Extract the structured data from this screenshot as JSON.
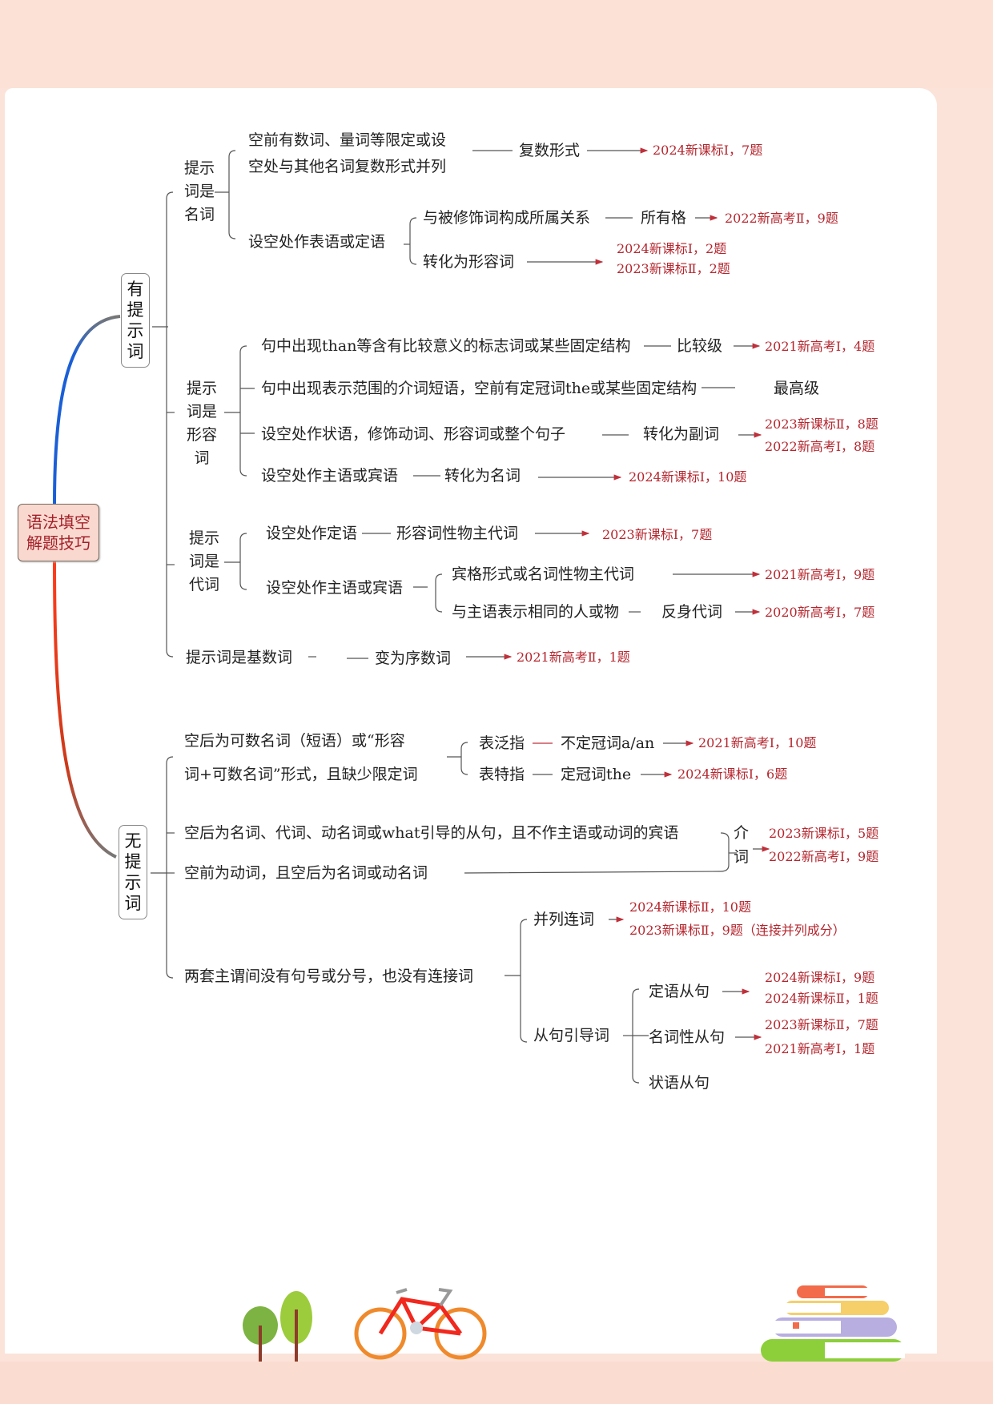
{
  "root": {
    "line1": "语法填空",
    "line2": "解题技巧"
  },
  "branches": {
    "with_hint": {
      "c1": "有",
      "c2": "提",
      "c3": "示",
      "c4": "词"
    },
    "without_hint": {
      "c1": "无",
      "c2": "提",
      "c3": "示",
      "c4": "词"
    }
  },
  "with_hint": {
    "noun": {
      "label": [
        "提示",
        "词是",
        "名词"
      ],
      "rule1_line1": "空前有数词、量词等限定或设",
      "rule1_line2": "空处与其他名词复数形式并列",
      "rule1_result": "复数形式",
      "rule1_ref": "2024新课标Ⅰ，7题",
      "rule2": "设空处作表语或定语",
      "rule2a": "与被修饰词构成所属关系",
      "rule2a_result": "所有格",
      "rule2a_ref": "2022新高考Ⅱ，9题",
      "rule2b": "转化为形容词",
      "rule2b_ref1": "2024新课标Ⅰ，2题",
      "rule2b_ref2": "2023新课标Ⅱ，2题"
    },
    "adjective": {
      "label": [
        "提示",
        "词是",
        "形容词"
      ],
      "rule1": "句中出现than等含有比较意义的标志词或某些固定结构",
      "rule1_result": "比较级",
      "rule1_ref": "2021新高考Ⅰ，4题",
      "rule2": "句中出现表示范围的介词短语，空前有定冠词the或某些固定结构",
      "rule2_result": "最高级",
      "rule3": "设空处作状语，修饰动词、形容词或整个句子",
      "rule3_result": "转化为副词",
      "rule3_ref1": "2023新课标Ⅱ，8题",
      "rule3_ref2": "2022新高考Ⅰ，8题",
      "rule4": "设空处作主语或宾语",
      "rule4_result": "转化为名词",
      "rule4_ref": "2024新课标Ⅰ，10题"
    },
    "pronoun": {
      "label": [
        "提示",
        "词是",
        "代词"
      ],
      "rule1": "设空处作定语",
      "rule1_result": "形容词性物主代词",
      "rule1_ref": "2023新课标Ⅰ，7题",
      "rule2": "设空处作主语或宾语",
      "rule2a": "宾格形式或名词性物主代词",
      "rule2a_ref": "2021新高考Ⅰ，9题",
      "rule2b": "与主语表示相同的人或物",
      "rule2b_result": "反身代词",
      "rule2b_ref": "2020新高考Ⅰ，7题"
    },
    "cardinal": {
      "label": "提示词是基数词",
      "result": "变为序数词",
      "ref": "2021新高考Ⅱ，1题"
    }
  },
  "without_hint": {
    "article": {
      "line1": "空后为可数名词（短语）或“形容",
      "line2": "词+可数名词”形式，且缺少限定词",
      "a_label": "表泛指",
      "a_result": "不定冠词a/an",
      "a_ref": "2021新高考Ⅰ，10题",
      "b_label": "表特指",
      "b_result": "定冠词the",
      "b_ref": "2024新课标Ⅰ，6题"
    },
    "preposition": {
      "rule1": "空后为名词、代词、动名词或what引导的从句，且不作主语或动词的宾语",
      "rule2": "空前为动词，且空后为名词或动名词",
      "result_c1": "介",
      "result_c2": "词",
      "ref1": "2023新课标Ⅰ，5题",
      "ref2": "2022新高考Ⅰ，9题"
    },
    "conjunction": {
      "rule": "两套主谓间没有句号或分号，也没有连接词",
      "coord": "并列连词",
      "coord_ref1": "2024新课标Ⅱ，10题",
      "coord_ref2": "2023新课标Ⅱ，9题（连接并列成分）",
      "clause": "从句引导词",
      "attr_clause": "定语从句",
      "attr_ref1": "2024新课标Ⅰ，9题",
      "attr_ref2": "2024新课标Ⅱ，1题",
      "noun_clause": "名词性从句",
      "noun_ref1": "2023新课标Ⅱ，7题",
      "noun_ref2": "2021新高考Ⅰ，1题",
      "adv_clause": "状语从句"
    }
  },
  "colors": {
    "reference_red": "#b5262e",
    "upper_branch_blue": "#1a5fd6",
    "lower_branch_red": "#e8361c",
    "root_fill": "#f9d9cf",
    "page_border_pink": "#fbe1d6"
  }
}
